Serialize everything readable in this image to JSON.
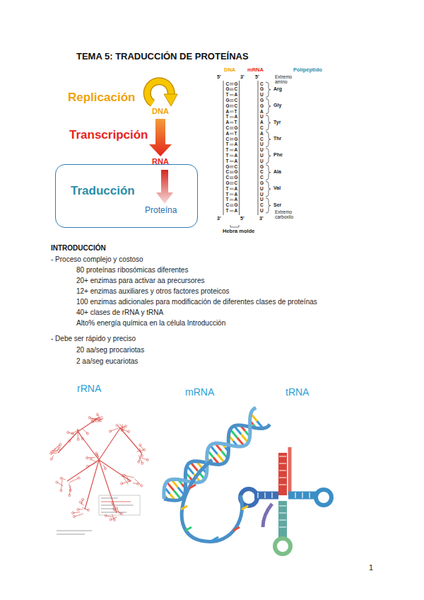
{
  "diagram": {
    "title": "TEMA 5: TRADUCCIÓN DE PROTEÍNAS",
    "nodes": [
      {
        "text": [
          "Traducción",
          "Proteína"
        ]
      }
    ],
    "labels": [
      "Replicación",
      "DNA",
      "Transcripción",
      "RNA",
      "DNA",
      "mRNA",
      "Polipéptido",
      "5'",
      "3'",
      "5'",
      "Extremo amino",
      "C",
      "G",
      "C",
      "G",
      "C",
      "G",
      "T",
      "A",
      "U",
      "G",
      "C",
      "G",
      "G",
      "C",
      "G",
      "A",
      "T",
      "A",
      "T",
      "A",
      "U",
      "A",
      "T",
      "A",
      "C",
      "G",
      "C",
      "A",
      "T",
      "A",
      "C",
      "G",
      "C",
      "T",
      "A",
      "U",
      "T",
      "A",
      "U",
      "T",
      "A",
      "U",
      "T",
      "A",
      "U",
      "G",
      "C",
      "G",
      "C",
      "G",
      "C",
      "C",
      "G",
      "C",
      "G",
      "C",
      "G",
      "T",
      "A",
      "U",
      "T",
      "A",
      "U",
      "T",
      "A",
      "U",
      "C",
      "G",
      "C",
      "T",
      "A",
      "U",
      "Arg",
      "Gly",
      "Tyr",
      "Thr",
      "Phe",
      "Ala",
      "Val",
      "Ser",
      "Extremo carboxilo",
      "3'",
      "5'",
      "3'",
      "Hebra molde",
      "INTRODUCCIÓN",
      "- Proceso complejo y costoso",
      "80 proteínas ribosómicas diferentes",
      "20+ enzimas para activar aa precursores",
      "12+ enzimas auxiliares y otros factores proteicos",
      "100 enzimas adicionales para modificación de diferentes clases de proteínas",
      "40+ clases de rRNA y tRNA",
      "Alto% energía química en la célula Introducción",
      "- Debe ser rápido y preciso",
      "20 aa/seg procariotas",
      "2 aa/seg eucariotas",
      "rRNA",
      "mRNA",
      "tRNA",
      "1"
    ]
  }
}
